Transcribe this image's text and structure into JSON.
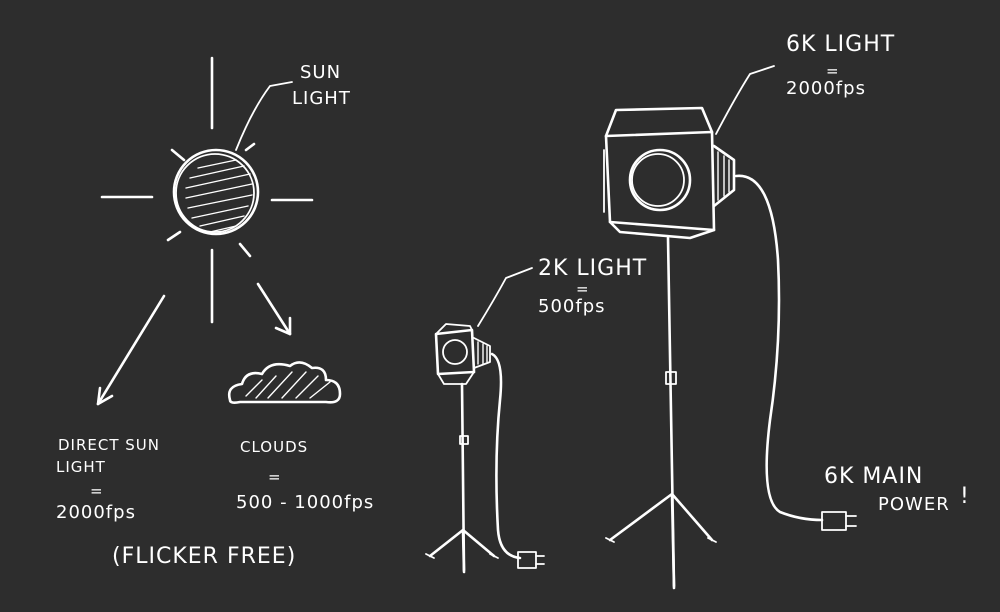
{
  "labels": {
    "sun_line1": "SUN",
    "sun_line2": "LIGHT",
    "direct_line1": "DIRECT SUN",
    "direct_line2": "LIGHT",
    "direct_eq": "=",
    "direct_fps": "2000fps",
    "clouds": "CLOUDS",
    "clouds_eq": "=",
    "clouds_fps": "500 - 1000fps",
    "flicker": "(FLICKER FREE)",
    "light2k_name": "2K LIGHT",
    "light2k_eq": "=",
    "light2k_fps": "500fps",
    "light6k_name": "6K LIGHT",
    "light6k_eq": "=",
    "light6k_fps": "2000fps",
    "power_line1": "6K MAIN",
    "power_line2": "POWER",
    "power_bang": "!"
  },
  "colors": {
    "board": "#2d2d2d",
    "chalk": "#ffffff"
  }
}
